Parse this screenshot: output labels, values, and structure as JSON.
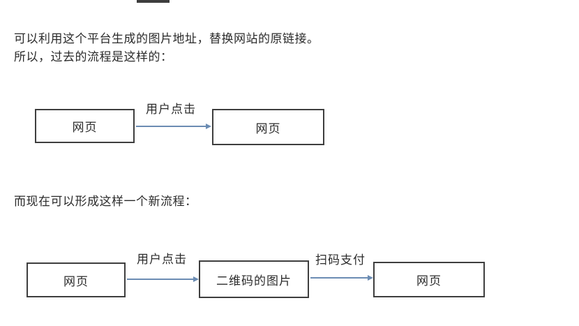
{
  "intro": {
    "line1": "可以利用这个平台生成的图片地址，替换网站的原链接。",
    "line2": "所以，过去的流程是这样的："
  },
  "old_flow": {
    "nodes": [
      {
        "label": "网页"
      },
      {
        "label": "网页"
      }
    ],
    "arrows": [
      {
        "label": "用户点击"
      }
    ]
  },
  "new_flow": {
    "intro": "而现在可以形成这样一个新流程：",
    "nodes": [
      {
        "label": "网页"
      },
      {
        "label": "二维码的图片"
      },
      {
        "label": "网页"
      }
    ],
    "arrows": [
      {
        "label": "用户点击"
      },
      {
        "label": "扫码支付"
      }
    ]
  },
  "colors": {
    "background": "#ffffff",
    "text": "#2b2b2b",
    "box_border": "#3e3e3e",
    "arrow": "#6b8cb3",
    "top_bar": "#3d3d3d"
  }
}
